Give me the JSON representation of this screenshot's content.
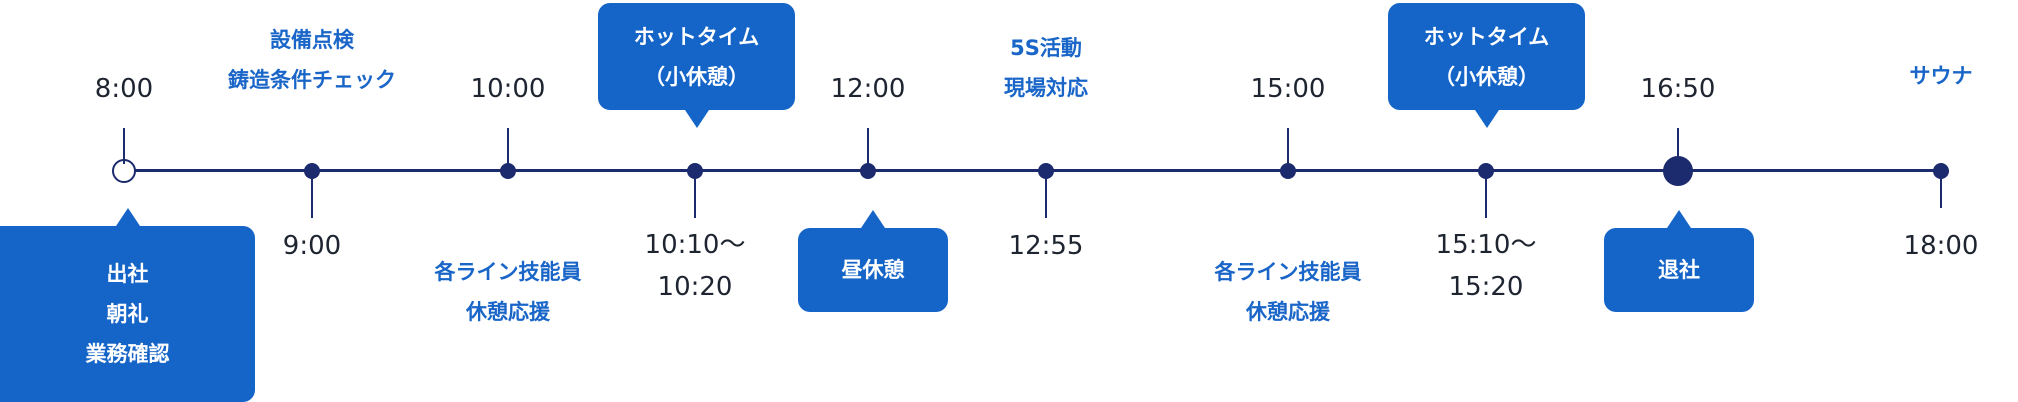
{
  "times": {
    "t0800": "8:00",
    "t0900": "9:00",
    "t1000": "10:00",
    "t1010a": "10:10〜",
    "t1010b": "10:20",
    "t1200": "12:00",
    "t1255": "12:55",
    "t1500": "15:00",
    "t1510a": "15:10〜",
    "t1510b": "15:20",
    "t1650": "16:50",
    "t1800": "18:00"
  },
  "labels": {
    "inspection_1": "設備点検",
    "inspection_2": "鋳造条件チェック",
    "five_s_1": "5S活動",
    "five_s_2": "現場対応",
    "sauna": "サウナ",
    "support_a_1": "各ライン技能員",
    "support_a_2": "休憩応援",
    "support_b_1": "各ライン技能員",
    "support_b_2": "休憩応援"
  },
  "bubbles": {
    "start_1": "出社",
    "start_2": "朝礼",
    "start_3": "業務確認",
    "hottime_a_1": "ホットタイム",
    "hottime_a_2": "（小休憩）",
    "hottime_b_1": "ホットタイム",
    "hottime_b_2": "（小休憩）",
    "lunch": "昼休憩",
    "leave": "退社"
  },
  "colors": {
    "line": "#1c2a6e",
    "accent_text": "#1a66c8",
    "bubble_bg": "#1565c8",
    "time_text": "#1e2430"
  }
}
